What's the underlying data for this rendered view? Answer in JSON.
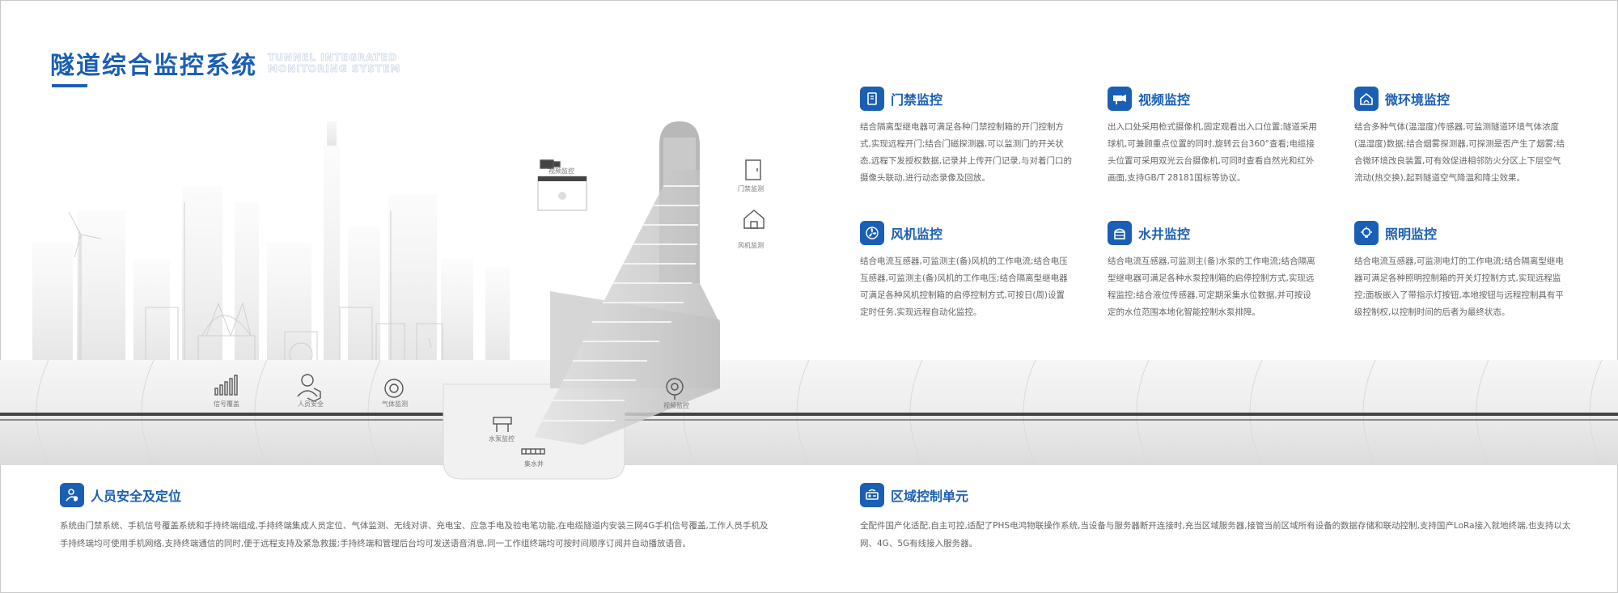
{
  "header": {
    "title": "隧道综合监控系统",
    "title_en_line1": "TUNNEL INTEGRATED",
    "title_en_line2": "MONITORING SYSTEM"
  },
  "illustration": {
    "labels": {
      "video": "视频监控",
      "door": "门禁监测",
      "fan": "风机监测",
      "signal": "信号覆盖",
      "personnel": "人员安全",
      "gas": "气体监测",
      "pump": "水泵监控",
      "well": "集水井",
      "camera": "视频监控"
    }
  },
  "features": [
    {
      "icon": "door-access-icon",
      "title": "门禁监控",
      "body": "结合隔离型继电器可满足各种门禁控制箱的开门控制方式,实现远程开门;结合门磁探测器,可以监测门的开关状态,远程下发授权数据,记录并上传开门记录,与对着门口的摄像头联动,进行动态录像及回放。"
    },
    {
      "icon": "video-camera-icon",
      "title": "视频监控",
      "body": "出入口处采用枪式摄像机,固定观看出入口位置;隧道采用球机,可兼顾重点位置的同时,旋转云台360°查看;电缆接头位置可采用双光云台摄像机,可同时查看自然光和红外画面,支持GB/T 28181国标等协议。"
    },
    {
      "icon": "micro-environment-icon",
      "title": "微环境监控",
      "body": "结合多种气体(温湿度)传感器,可监测隧道环境气体浓度(温湿度)数据;结合烟雾探测器,可探测是否产生了烟雾;结合微环境改良装置,可有效促进相邻防火分区上下层空气流动(热交换),起到隧道空气降温和降尘效果。"
    },
    {
      "icon": "fan-icon",
      "title": "风机监控",
      "body": "结合电流互感器,可监测主(备)风机的工作电流;结合电压互感器,可监测主(备)风机的工作电压;结合隔离型继电器可满足各种风机控制箱的启停控制方式,可按日(周)设置定时任务,实现远程自动化监控。"
    },
    {
      "icon": "water-well-icon",
      "title": "水井监控",
      "body": "结合电流互感器,可监测主(备)水泵的工作电流;结合隔离型继电器可满足各种水泵控制箱的启停控制方式,实现远程监控;结合液位传感器,可定期采集水位数据,并可按设定的水位范围本地化智能控制水泵排障。"
    },
    {
      "icon": "lighting-icon",
      "title": "照明监控",
      "body": "结合电流互感器,可监测电灯的工作电流;结合隔离型继电器可满足各种照明控制箱的开关灯控制方式,实现远程监控;面板嵌入了带指示灯按钮,本地按钮与远程控制具有平级控制权,以控制时间的后者为最终状态。"
    }
  ],
  "bottom": {
    "personnel": {
      "icon": "personnel-location-icon",
      "title": "人员安全及定位",
      "body": "系统由门禁系统、手机信号覆盖系统和手持终端组成,手持终端集成人员定位、气体监测、无线对讲、充电宝、应急手电及验电笔功能,在电缆隧道内安装三网4G手机信号覆盖,工作人员手机及手持终端均可使用手机网络,支持终端通信的同时,便于远程支持及紧急救援;手持终端和管理后台均可发送语音消息,同一工作组终端均可按时间顺序订阅并自动播放语音。"
    },
    "regional": {
      "icon": "regional-control-icon",
      "title": "区域控制单元",
      "body": "全配件国产化适配,自主可控,适配了PHS电鸿物联操作系统,当设备与服务器断开连接时,充当区域服务器,接管当前区域所有设备的数据存储和联动控制,支持国产LoRa接入就地终端,也支持以太网、4G、5G有线接入服务器。"
    }
  },
  "colors": {
    "accent": "#1b5fb4",
    "text": "#666666"
  }
}
